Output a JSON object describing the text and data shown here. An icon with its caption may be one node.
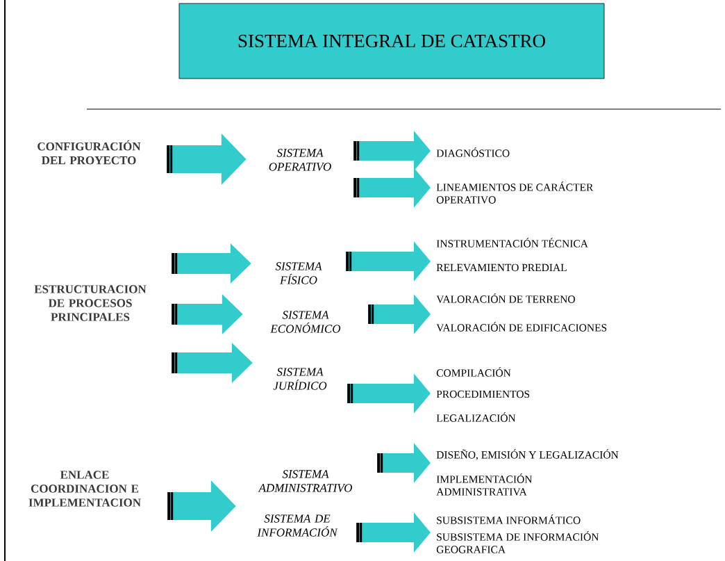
{
  "diagram": {
    "title": "SISTEMA INTEGRAL DE CATASTRO",
    "nodes": [
      {
        "text": [
          "CONFIGURACIÓN DEL PROYECTO"
        ]
      },
      {
        "text": [
          "ESTRUCTURACION DE PROCESOS PRINCIPALES"
        ]
      },
      {
        "text": [
          "ENLACE COORDINACION E IMPLEMENTACION"
        ]
      },
      {
        "text": [
          "SISTEMA OPERATIVO"
        ]
      },
      {
        "text": [
          "SISTEMA FÍSICO"
        ]
      },
      {
        "text": [
          "SISTEMA ECONÓMICO"
        ]
      },
      {
        "text": [
          "SISTEMA JURÍDICO"
        ]
      },
      {
        "text": [
          "SISTEMA ADMINISTRATIVO"
        ]
      },
      {
        "text": [
          "SISTEMA DE INFORMACIÓN"
        ]
      },
      {
        "text": [
          "DIAGNÓSTICO"
        ]
      },
      {
        "text": [
          "LINEAMIENTOS DE CARÁCTER OPERATIVO"
        ]
      },
      {
        "text": [
          "INSTRUMENTACIÓN TÉCNICA"
        ]
      },
      {
        "text": [
          "RELEVAMIENTO PREDIAL"
        ]
      },
      {
        "text": [
          "VALORACIÓN DE TERRENO"
        ]
      },
      {
        "text": [
          "VALORACIÓN DE EDIFICACIONES"
        ]
      },
      {
        "text": [
          "COMPILACIÓN"
        ]
      },
      {
        "text": [
          "PROCEDIMIENTOS"
        ]
      },
      {
        "text": [
          "LEGALIZACIÓN"
        ]
      },
      {
        "text": [
          "DISEÑO, EMISIÓN Y LEGALIZACIÓN"
        ]
      },
      {
        "text": [
          "IMPLEMENTACIÓN ADMINISTRATIVA"
        ]
      },
      {
        "text": [
          "SUBSISTEMA INFORMÁTICO"
        ]
      },
      {
        "text": [
          "SUBSISTEMA DE INFORMACIÓN GEOGRAFICA"
        ]
      }
    ],
    "edges": [
      {
        "from": 0,
        "to": 3,
        "arrow": "to"
      },
      {
        "from": 1,
        "to": 4,
        "arrow": "to"
      },
      {
        "from": 1,
        "to": 5,
        "arrow": "to"
      },
      {
        "from": 1,
        "to": 6,
        "arrow": "to"
      },
      {
        "from": 2,
        "to": 7,
        "arrow": "to"
      },
      {
        "from": 2,
        "to": 8,
        "arrow": "to"
      },
      {
        "from": 3,
        "to": 9,
        "arrow": "to"
      },
      {
        "from": 3,
        "to": 10,
        "arrow": "to"
      },
      {
        "from": 4,
        "to": 11,
        "arrow": "to"
      },
      {
        "from": 4,
        "to": 12,
        "arrow": "to"
      },
      {
        "from": 5,
        "to": 13,
        "arrow": "to"
      },
      {
        "from": 5,
        "to": 14,
        "arrow": "to"
      },
      {
        "from": 6,
        "to": 15,
        "arrow": "to"
      },
      {
        "from": 6,
        "to": 16,
        "arrow": "to"
      },
      {
        "from": 6,
        "to": 17,
        "arrow": "to"
      },
      {
        "from": 7,
        "to": 18,
        "arrow": "to"
      },
      {
        "from": 7,
        "to": 19,
        "arrow": "to"
      },
      {
        "from": 8,
        "to": 20,
        "arrow": "to"
      },
      {
        "from": 8,
        "to": 21,
        "arrow": "to"
      }
    ]
  }
}
